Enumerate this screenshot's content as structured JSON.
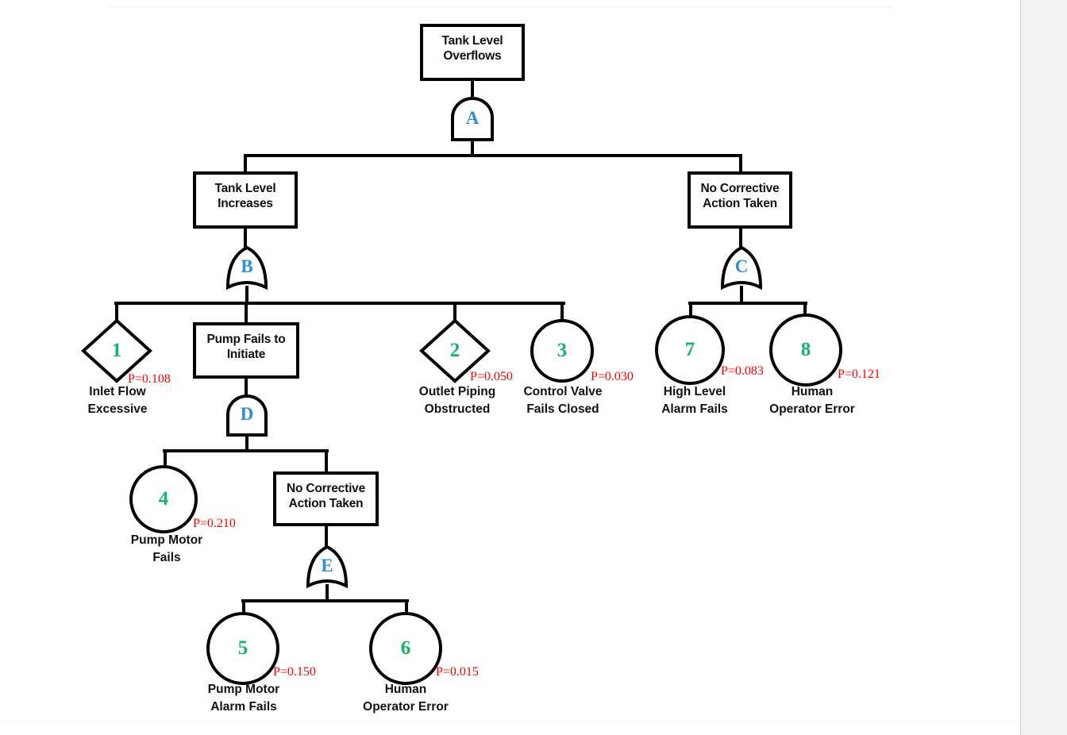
{
  "diagram": {
    "title": "Fault Tree - Tank Level Overflows",
    "colors": {
      "stroke": "#000000",
      "gate_letter": "#2e8fd4",
      "event_number": "#19b26b",
      "probability": "#ff0000",
      "page_background": "#ffffff",
      "app_background": "#f1f1f1"
    },
    "top_event": {
      "label": "Tank Level\nOverflows",
      "shape": "rectangle"
    },
    "gates": [
      {
        "id": "A",
        "letter": "A",
        "type": "AND",
        "parent_label": "Tank Level Overflows"
      },
      {
        "id": "B",
        "letter": "B",
        "type": "OR",
        "parent_label": "Tank Level Increases"
      },
      {
        "id": "C",
        "letter": "C",
        "type": "OR",
        "parent_label": "No Corrective Action Taken"
      },
      {
        "id": "D",
        "letter": "D",
        "type": "AND",
        "parent_label": "Pump Fails to Initiate"
      },
      {
        "id": "E",
        "letter": "E",
        "type": "OR",
        "parent_label": "No Corrective Action Taken"
      }
    ],
    "intermediate_events": [
      {
        "id": "IE1",
        "label": "Tank Level\nIncreases",
        "shape": "rectangle",
        "gate": "B"
      },
      {
        "id": "IE2",
        "label": "No Corrective\nAction Taken",
        "shape": "rectangle",
        "gate": "C"
      },
      {
        "id": "IE3",
        "label": "Pump Fails to\nInitiate",
        "shape": "rectangle",
        "gate": "D"
      },
      {
        "id": "IE4",
        "label": "No Corrective\nAction Taken",
        "shape": "rectangle",
        "gate": "E"
      }
    ],
    "basic_events": [
      {
        "number": "1",
        "shape": "diamond",
        "caption": "Inlet Flow\nExcessive",
        "probability": "P=0.108",
        "parent_gate": "B"
      },
      {
        "number": "2",
        "shape": "diamond",
        "caption": "Outlet Piping\nObstructed",
        "probability": "P=0.050",
        "parent_gate": "B"
      },
      {
        "number": "3",
        "shape": "circle",
        "caption": "Control Valve\nFails Closed",
        "probability": "P=0.030",
        "parent_gate": "B"
      },
      {
        "number": "4",
        "shape": "circle",
        "caption": "Pump Motor\nFails",
        "probability": "P=0.210",
        "parent_gate": "D"
      },
      {
        "number": "5",
        "shape": "circle",
        "caption": "Pump Motor\nAlarm Fails",
        "probability": "P=0.150",
        "parent_gate": "E"
      },
      {
        "number": "6",
        "shape": "circle",
        "caption": "Human\nOperator Error",
        "probability": "P=0.015",
        "parent_gate": "E"
      },
      {
        "number": "7",
        "shape": "circle",
        "caption": "High Level\nAlarm Fails",
        "probability": "P=0.083",
        "parent_gate": "C"
      },
      {
        "number": "8",
        "shape": "circle",
        "caption": "Human\nOperator Error",
        "probability": "P=0.121",
        "parent_gate": "C"
      }
    ]
  }
}
